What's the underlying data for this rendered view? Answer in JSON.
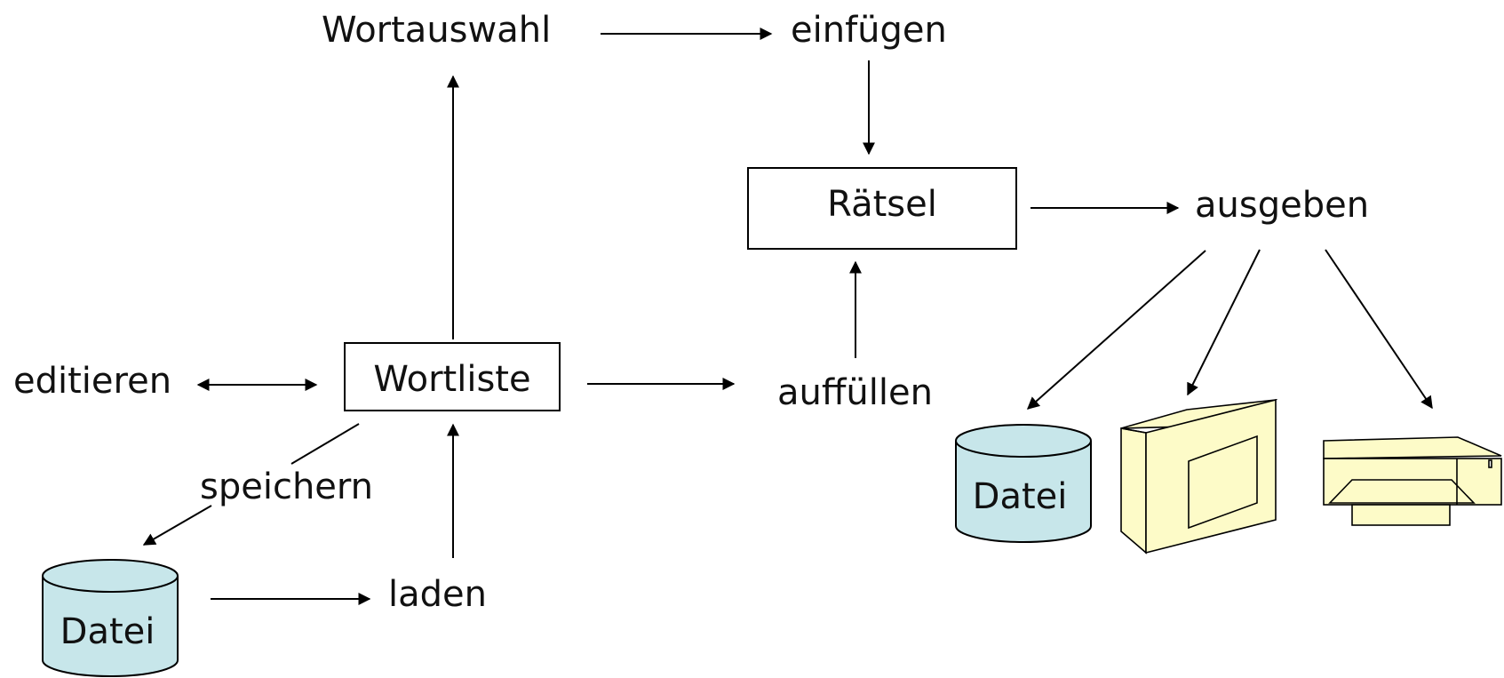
{
  "nodes": {
    "wortauswahl": "Wortauswahl",
    "einfuegen": "einfügen",
    "raetsel": "Rätsel",
    "ausgeben": "ausgeben",
    "editieren": "editieren",
    "wortliste": "Wortliste",
    "auffuellen": "auffüllen",
    "speichern": "speichern",
    "laden": "laden",
    "datei_left": "Datei",
    "datei_right": "Datei"
  },
  "icons": {
    "database_left": "database-icon",
    "database_right": "database-icon",
    "monitor": "monitor-icon",
    "printer": "printer-icon"
  },
  "colors": {
    "database_fill": "#c7e6ea",
    "device_fill": "#fdfbc8",
    "line": "#000000"
  }
}
